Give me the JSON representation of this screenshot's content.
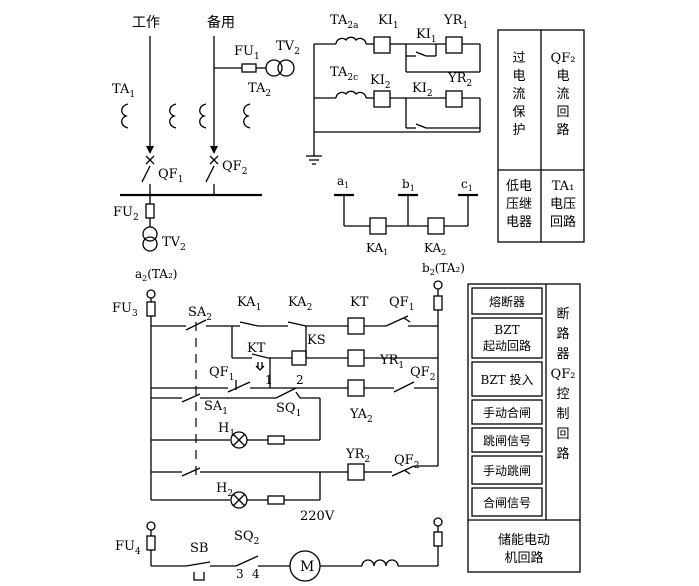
{
  "top": {
    "work_label": "工作",
    "standby_label": "备用",
    "ta1": "TA",
    "ta1_sub": "1",
    "fu1": "FU",
    "fu1_sub": "1",
    "tv2": "TV",
    "tv2_sub": "2",
    "ta2": "TA",
    "ta2_sub": "2",
    "qf1": "QF",
    "qf1_sub": "1",
    "qf2": "QF",
    "qf2_sub": "2",
    "fu2": "FU",
    "fu2_sub": "2",
    "tv2b": "TV",
    "tv2b_sub": "2",
    "ta2a": "TA",
    "ta2a_sub": "2a",
    "ta2c": "TA",
    "ta2c_sub": "2c",
    "ki1": "KI",
    "ki1_sub": "1",
    "ki1b": "KI",
    "ki1b_sub": "1",
    "yr1": "YR",
    "yr1_sub": "1",
    "ki2": "KI",
    "ki2_sub": "2",
    "ki2b": "KI",
    "ki2b_sub": "2",
    "yr2": "YR",
    "yr2_sub": "2",
    "a1": "a",
    "a1_sub": "1",
    "b1": "b",
    "b1_sub": "1",
    "c1": "c",
    "c1_sub": "1",
    "ka1": "KA",
    "ka1_sub": "1",
    "ka2": "KA",
    "ka2_sub": "2"
  },
  "table_top": {
    "overcurrent": [
      "过",
      "电",
      "流",
      "保",
      "护"
    ],
    "qf2_current": [
      "QF₂",
      "电",
      "流",
      "回",
      "路"
    ],
    "low_voltage": [
      "低电",
      "压继",
      "电器"
    ],
    "ta1_voltage": [
      "TA₁",
      "电压",
      "回路"
    ]
  },
  "control": {
    "a2": "a",
    "a2_sub": "2",
    "a2_tail": "(TA₂)",
    "b2": "b",
    "b2_sub": "2",
    "b2_tail": "(TA₂)",
    "fu3": "FU",
    "fu3_sub": "3",
    "sa2": "SA",
    "sa2_sub": "2",
    "ka1": "KA",
    "ka1_sub": "1",
    "ka2": "KA",
    "ka2_sub": "2",
    "kt": "KT",
    "qf1": "QF",
    "qf1_sub": "1",
    "kt2": "KT",
    "ks": "KS",
    "yr1": "YR",
    "yr1_sub": "1",
    "qf1b": "QF",
    "qf1b_sub": "1",
    "n1": "1",
    "n2": "2",
    "qf2": "QF",
    "qf2_sub": "2",
    "sa1": "SA",
    "sa1_sub": "1",
    "sq1": "SQ",
    "sq1_sub": "1",
    "ya2": "YA",
    "ya2_sub": "2",
    "h1": "H",
    "h1_sub": "1",
    "yr2": "YR",
    "yr2_sub": "2",
    "qf2b": "QF",
    "qf2b_sub": "2",
    "h2": "H",
    "h2_sub": "2",
    "v220": "220V",
    "fu4": "FU",
    "fu4_sub": "4",
    "sb": "SB",
    "sq2": "SQ",
    "sq2_sub": "2",
    "n3": "3",
    "n4": "4",
    "motor": "M"
  },
  "table_bottom": {
    "fuse": "熔断器",
    "bzt_start": [
      "BZT",
      "起动回路"
    ],
    "bzt_on": "BZT  投入",
    "manual_close": "手动合闸",
    "trip_signal": "跳闸信号",
    "manual_trip": "手动跳闸",
    "close_signal": "合闸信号",
    "breaker_control": [
      "断",
      "路",
      "器",
      "QF₂",
      "控",
      "制",
      "回",
      "路"
    ],
    "motor_circuit": [
      "储能电动",
      "机回路"
    ]
  }
}
